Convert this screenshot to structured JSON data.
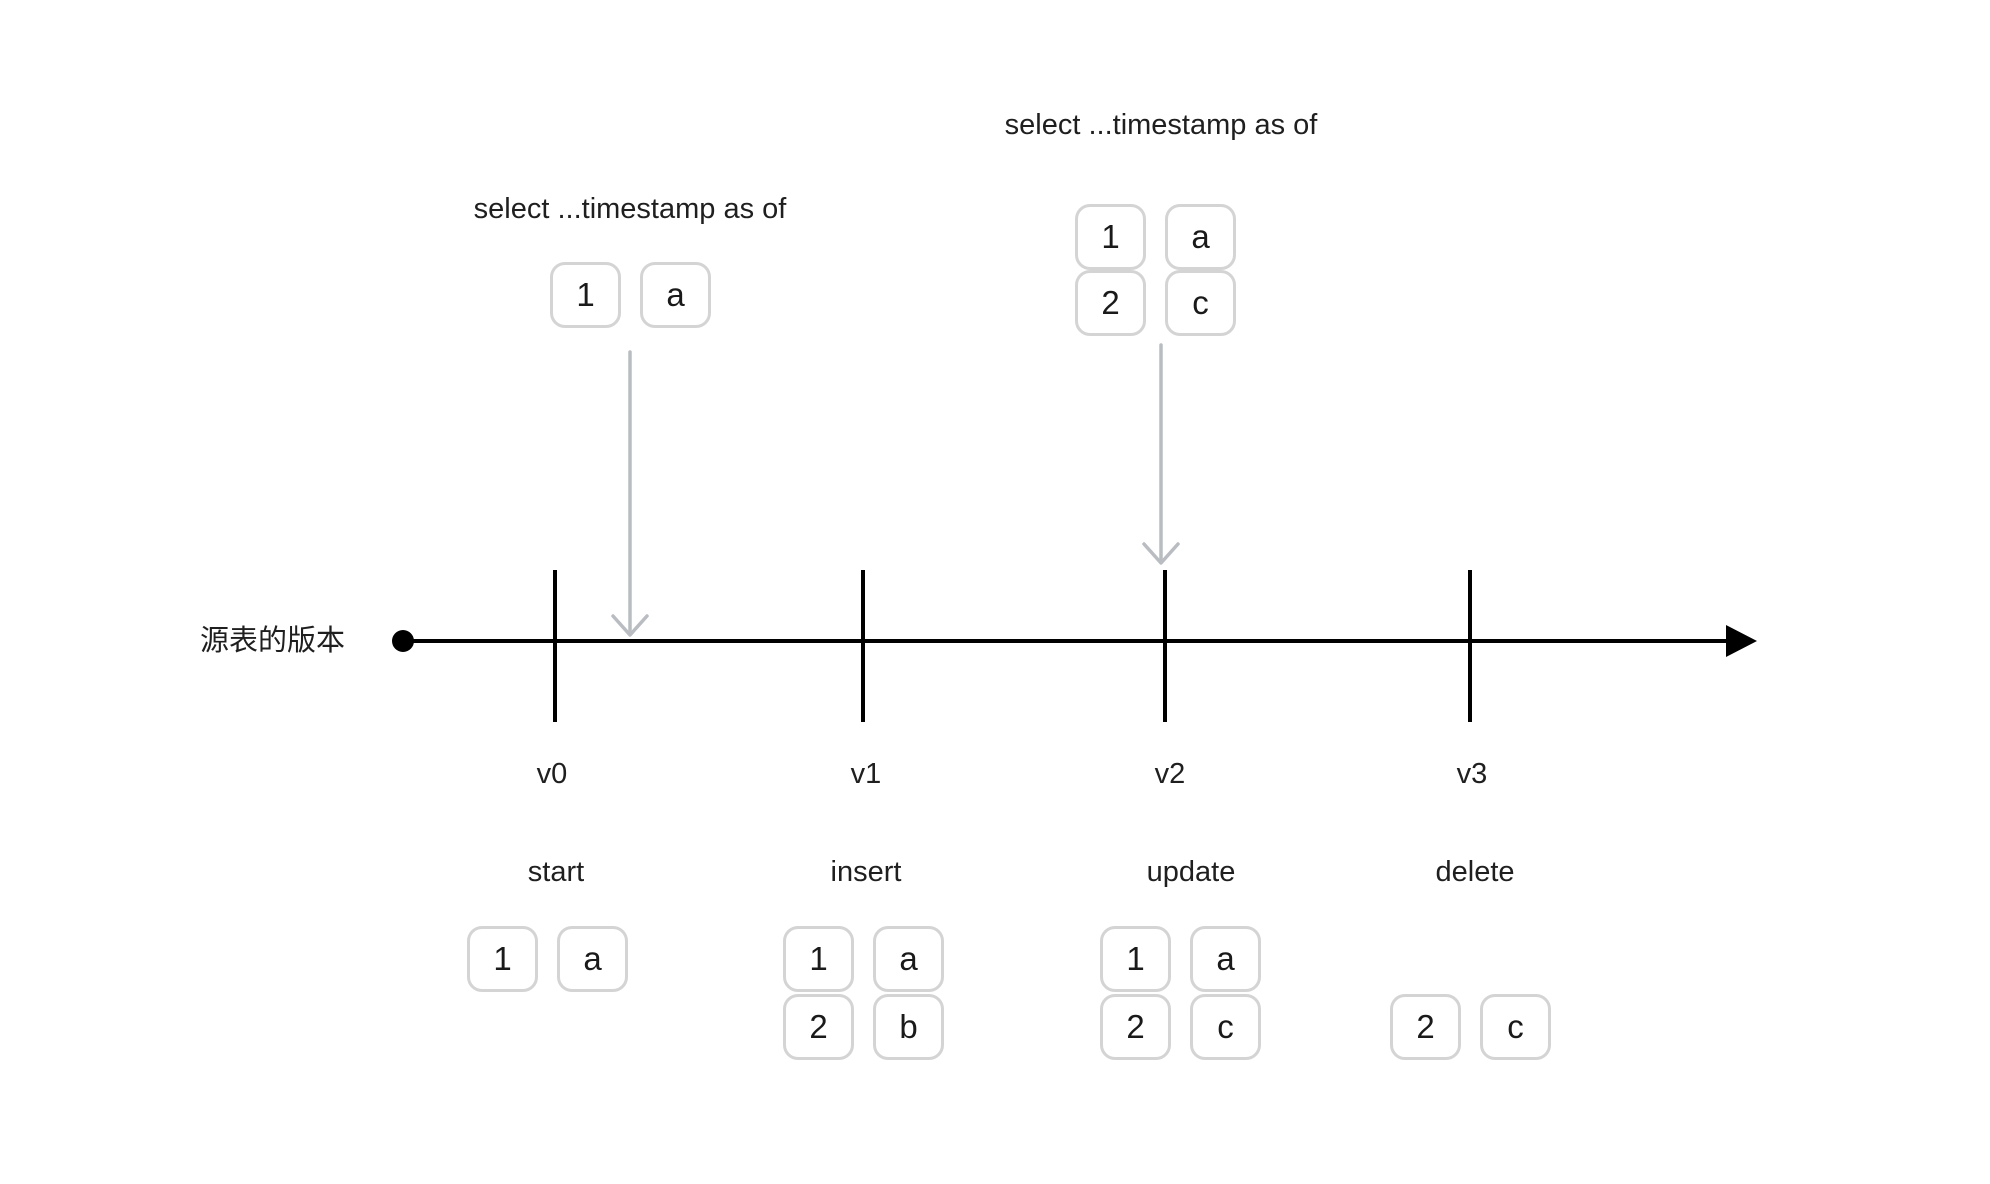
{
  "colors": {
    "ink": "#1a1a1a",
    "timeline": "#000000",
    "query_arrow": "#b9bdc2",
    "cell_border": "#d4d4d4",
    "background": "#ffffff"
  },
  "axis": {
    "label": "源表的版本"
  },
  "timeline": {
    "ticks": [
      {
        "label": "v0"
      },
      {
        "label": "v1"
      },
      {
        "label": "v2"
      },
      {
        "label": "v3"
      }
    ]
  },
  "queries": [
    {
      "label": "select ...timestamp as of",
      "rows": [
        {
          "key": "1",
          "value": "a"
        }
      ]
    },
    {
      "label": "select ...timestamp as of",
      "rows": [
        {
          "key": "1",
          "value": "a"
        },
        {
          "key": "2",
          "value": "c"
        }
      ]
    }
  ],
  "operations": [
    {
      "name": "start",
      "rows": [
        {
          "key": "1",
          "value": "a"
        }
      ]
    },
    {
      "name": "insert",
      "rows": [
        {
          "key": "1",
          "value": "a"
        },
        {
          "key": "2",
          "value": "b"
        }
      ]
    },
    {
      "name": "update",
      "rows": [
        {
          "key": "1",
          "value": "a"
        },
        {
          "key": "2",
          "value": "c"
        }
      ]
    },
    {
      "name": "delete",
      "rows": [
        {
          "key": "2",
          "value": "c"
        }
      ]
    }
  ]
}
